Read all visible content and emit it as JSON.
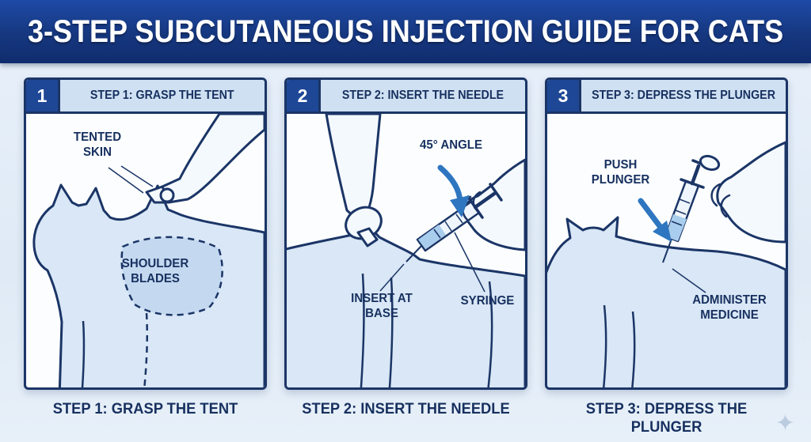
{
  "header": {
    "title": "3-STEP SUBCUTANEOUS INJECTION GUIDE FOR CATS"
  },
  "steps": [
    {
      "badge": "1",
      "title": "STEP 1: GRASP THE TENT",
      "caption": "STEP 1: GRASP THE TENT",
      "labels": {
        "tented_skin": "TENTED\nSKIN",
        "shoulder_blades": "SHOULDER\nBLADES"
      }
    },
    {
      "badge": "2",
      "title": "STEP 2: INSERT THE NEEDLE",
      "caption": "STEP 2: INSERT THE NEEDLE",
      "labels": {
        "angle": "45° ANGLE",
        "insert_at_base": "INSERT AT\nBASE",
        "syringe": "SYRINGE"
      }
    },
    {
      "badge": "3",
      "title": "STEP 3: DEPRESS THE PLUNGER",
      "caption": "STEP 3: DEPRESS THE PLUNGER",
      "labels": {
        "push_plunger": "PUSH\nPLUNGER",
        "administer_medicine": "ADMINISTER\nMEDICINE"
      }
    }
  ],
  "watermark": {
    "glyph": "✦"
  },
  "colors": {
    "banner-blue": "#16377f",
    "navy": "#1b3566",
    "text-navy": "#17305f",
    "titlebar-blue": "#cfe0f2",
    "badge-blue": "#1e4796",
    "cat-fill": "#d9e7f6",
    "hand-fill": "#f4f9fe",
    "accent": "#2e76c0",
    "bg-light": "#e9f1fa"
  }
}
